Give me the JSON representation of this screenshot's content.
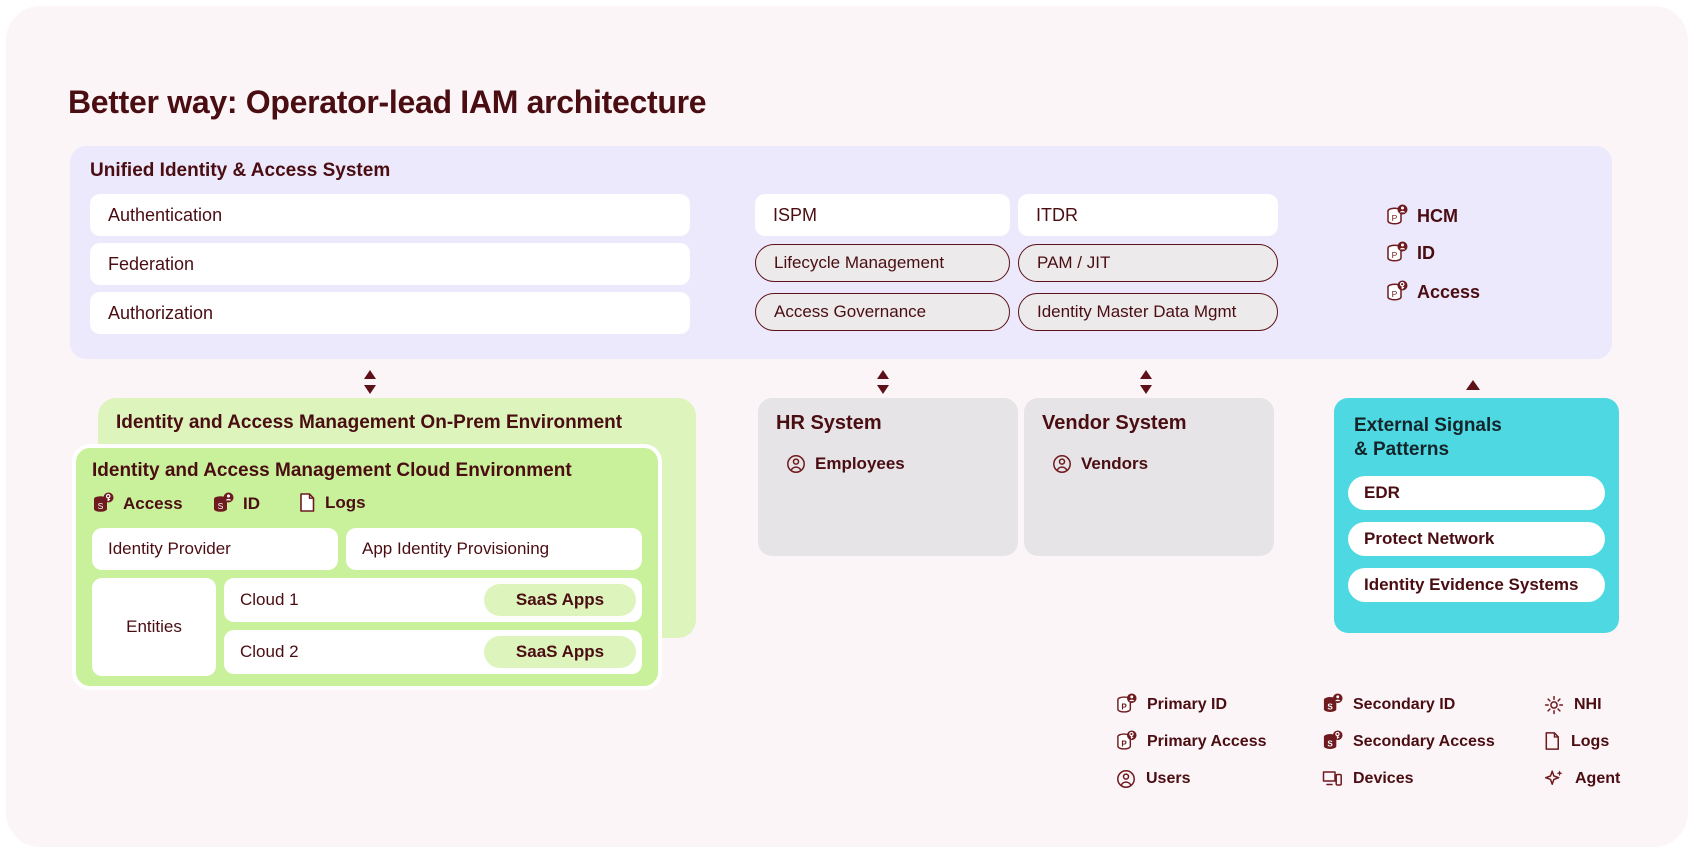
{
  "title": "Better way: Operator-lead IAM architecture",
  "unified": {
    "heading": "Unified Identity & Access System",
    "left_boxes": [
      "Authentication",
      "Federation",
      "Authorization"
    ],
    "mid_top": [
      "ISPM",
      "ITDR"
    ],
    "mid_pills": [
      "Lifecycle Management",
      "PAM / JIT",
      "Access Governance",
      "Identity Master Data Mgmt"
    ],
    "right_icons": [
      {
        "label": "HCM",
        "icon": "primary-id-icon"
      },
      {
        "label": "ID",
        "icon": "primary-id-icon"
      },
      {
        "label": "Access",
        "icon": "primary-access-icon"
      }
    ]
  },
  "onprem": {
    "heading": "Identity and Access Management On-Prem Environment"
  },
  "cloud": {
    "heading": "Identity and Access Management Cloud Environment",
    "icons": [
      {
        "label": "Access",
        "icon": "secondary-access-icon"
      },
      {
        "label": "ID",
        "icon": "secondary-id-icon"
      },
      {
        "label": "Logs",
        "icon": "logs-icon"
      }
    ],
    "boxes": [
      "Identity Provider",
      "App Identity Provisioning"
    ],
    "entities_label": "Entities",
    "clouds": [
      {
        "name": "Cloud 1",
        "apps": "SaaS Apps"
      },
      {
        "name": "Cloud 2",
        "apps": "SaaS Apps"
      }
    ]
  },
  "systems": [
    {
      "title": "HR System",
      "entry": "Employees",
      "icon": "users-icon"
    },
    {
      "title": "Vendor System",
      "entry": "Vendors",
      "icon": "users-icon"
    }
  ],
  "external": {
    "title": "External Signals\n& Patterns",
    "items": [
      "EDR",
      "Protect Network",
      "Identity Evidence Systems"
    ]
  },
  "legend": [
    {
      "label": "Primary ID",
      "icon": "primary-id-icon"
    },
    {
      "label": "Secondary ID",
      "icon": "secondary-id-icon"
    },
    {
      "label": "NHI",
      "icon": "gear-icon"
    },
    {
      "label": "Primary Access",
      "icon": "primary-access-icon"
    },
    {
      "label": "Secondary Access",
      "icon": "secondary-access-icon"
    },
    {
      "label": "Logs",
      "icon": "logs-icon"
    },
    {
      "label": "Users",
      "icon": "users-icon"
    },
    {
      "label": "Devices",
      "icon": "devices-icon"
    },
    {
      "label": "Agent",
      "icon": "agent-icon"
    }
  ],
  "colors": {
    "page_background": "#fcf5f8",
    "ink": "#4a0d12",
    "unified_panel": "#ebe9fb",
    "onprem_green": "#ddf4bd",
    "cloud_green": "#c9f09a",
    "gray_system": "#e6e4e6",
    "cyan_panel": "#4ed9e2",
    "pill_fill": "#eceaea"
  }
}
